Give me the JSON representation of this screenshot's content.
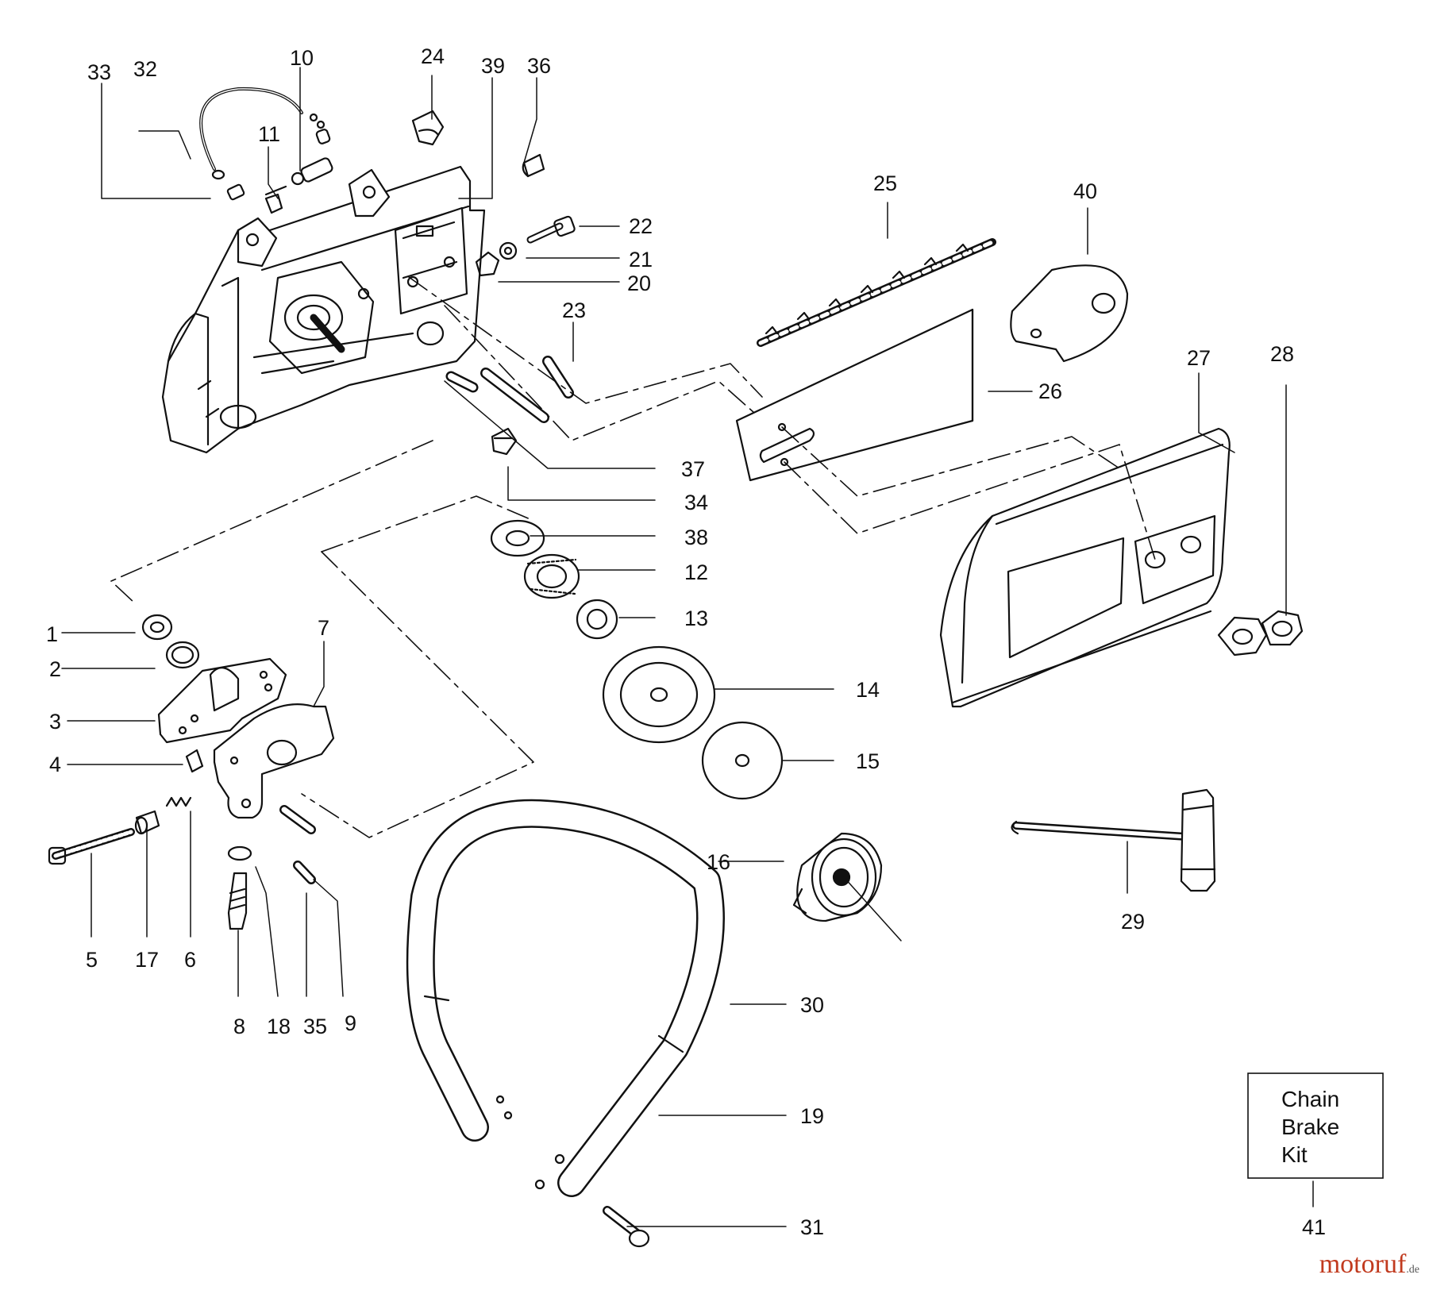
{
  "callouts": {
    "p1": "1",
    "p2": "2",
    "p3": "3",
    "p4": "4",
    "p5": "5",
    "p6": "6",
    "p7": "7",
    "p8": "8",
    "p9": "9",
    "p10": "10",
    "p11": "11",
    "p12": "12",
    "p13": "13",
    "p14": "14",
    "p15": "15",
    "p16": "16",
    "p17": "17",
    "p18": "18",
    "p19": "19",
    "p20": "20",
    "p21": "21",
    "p22": "22",
    "p23": "23",
    "p24": "24",
    "p25": "25",
    "p26": "26",
    "p27": "27",
    "p28": "28",
    "p29": "29",
    "p30": "30",
    "p31": "31",
    "p32": "32",
    "p33": "33",
    "p34": "34",
    "p35": "35",
    "p36": "36",
    "p37": "37",
    "p38": "38",
    "p39": "39",
    "p40": "40",
    "p41": "41"
  },
  "kit_box": {
    "line1": "Chain",
    "line2": "Brake",
    "line3": "Kit"
  },
  "watermark": {
    "brand_main": "motoruf",
    "brand_tld": ".de"
  },
  "colors": {
    "ink": "#111111",
    "watermark_red": "#c13a1e",
    "watermark_green": "#2e6b2e"
  }
}
